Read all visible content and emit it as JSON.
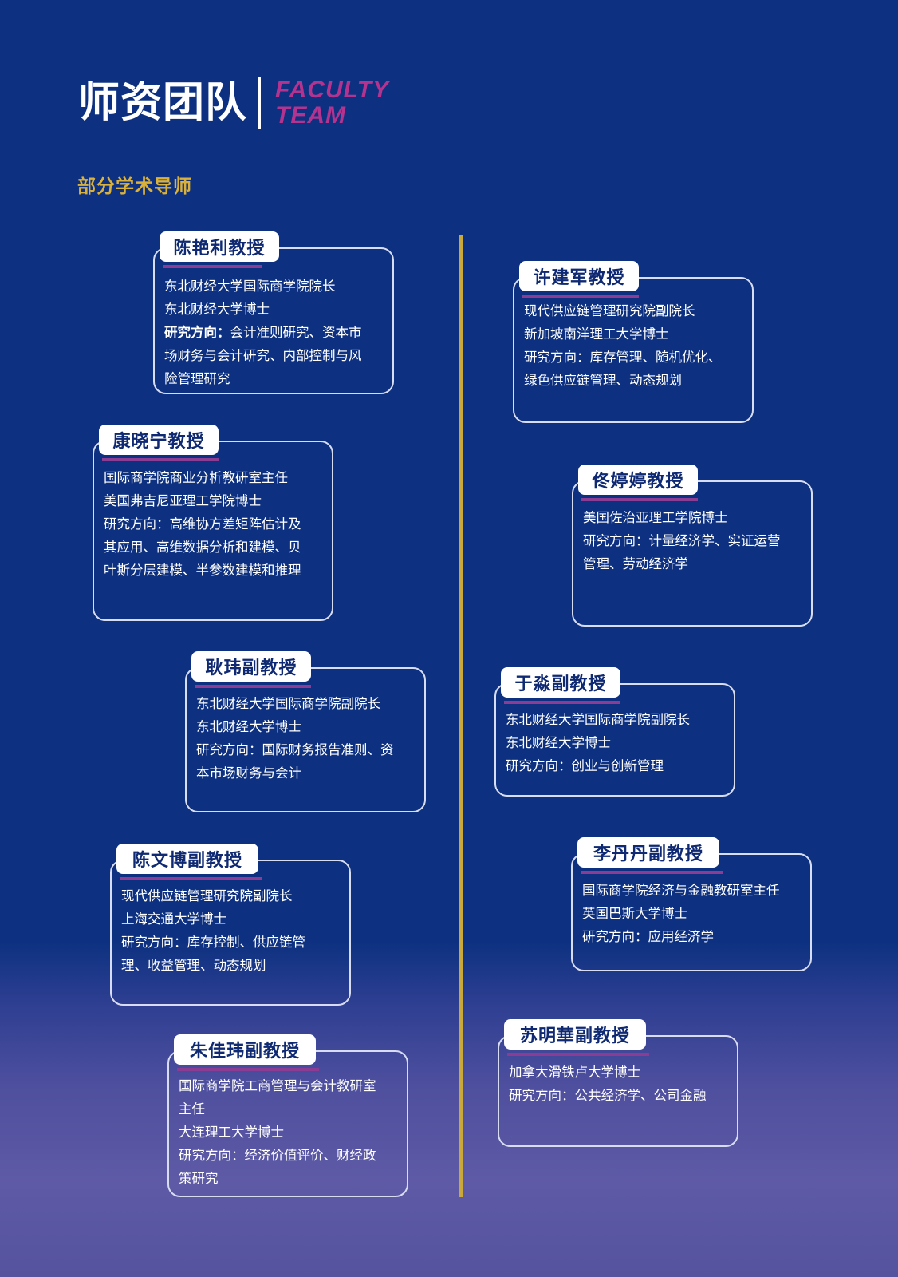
{
  "header": {
    "title_cn": "师资团队",
    "title_en_line1": "FACULTY",
    "title_en_line2": "TEAM",
    "subtitle": "部分学术导师"
  },
  "colors": {
    "background": "#0d3180",
    "accent_gold": "#c9a93b",
    "accent_magenta": "#b3338f",
    "underline_purple": "#8a3d92",
    "name_text": "#0f2a72"
  },
  "faculty": [
    {
      "name": "陈艳利教授",
      "lines": [
        "东北财经大学国际商学院院长",
        "东北财经大学博士"
      ],
      "research_label": "研究方向：",
      "research_lines": [
        "会计准则研究、资本市",
        "场财务与会计研究、内部控制与风",
        "险管理研究"
      ]
    },
    {
      "name": "许建军教授",
      "lines": [
        "现代供应链管理研究院副院长",
        "新加坡南洋理工大学博士"
      ],
      "research_label": "研究方向：",
      "research_lines": [
        "库存管理、随机优化、",
        "绿色供应链管理、动态规划"
      ]
    },
    {
      "name": "康晓宁教授",
      "lines": [
        "国际商学院商业分析教研室主任",
        "美国弗吉尼亚理工学院博士"
      ],
      "research_label": "研究方向：",
      "research_lines": [
        "高维协方差矩阵估计及",
        "其应用、高维数据分析和建模、贝",
        "叶斯分层建模、半参数建模和推理"
      ]
    },
    {
      "name": "佟婷婷教授",
      "lines": [
        "美国佐治亚理工学院博士"
      ],
      "research_label": "研究方向：",
      "research_lines": [
        "计量经济学、实证运营",
        "管理、劳动经济学"
      ]
    },
    {
      "name": "耿玮副教授",
      "lines": [
        "东北财经大学国际商学院副院长",
        "东北财经大学博士"
      ],
      "research_label": "研究方向：",
      "research_lines": [
        "国际财务报告准则、资",
        "本市场财务与会计"
      ]
    },
    {
      "name": "于淼副教授",
      "lines": [
        "东北财经大学国际商学院副院长",
        "东北财经大学博士"
      ],
      "research_label": "研究方向：",
      "research_lines": [
        "创业与创新管理"
      ]
    },
    {
      "name": "陈文博副教授",
      "lines": [
        "现代供应链管理研究院副院长",
        "上海交通大学博士"
      ],
      "research_label": "研究方向：",
      "research_lines": [
        "库存控制、供应链管",
        "理、收益管理、动态规划"
      ]
    },
    {
      "name": "李丹丹副教授",
      "lines": [
        "国际商学院经济与金融教研室主任",
        "英国巴斯大学博士"
      ],
      "research_label": "研究方向：",
      "research_lines": [
        "应用经济学"
      ]
    },
    {
      "name": "朱佳玮副教授",
      "lines": [
        "国际商学院工商管理与会计教研室",
        "主任",
        "大连理工大学博士"
      ],
      "research_label": "研究方向：",
      "research_lines": [
        "经济价值评价、财经政",
        "策研究"
      ]
    },
    {
      "name": "苏明華副教授",
      "lines": [
        "加拿大滑铁卢大学博士"
      ],
      "research_label": "研究方向：",
      "research_lines": [
        "公共经济学、公司金融"
      ]
    }
  ]
}
